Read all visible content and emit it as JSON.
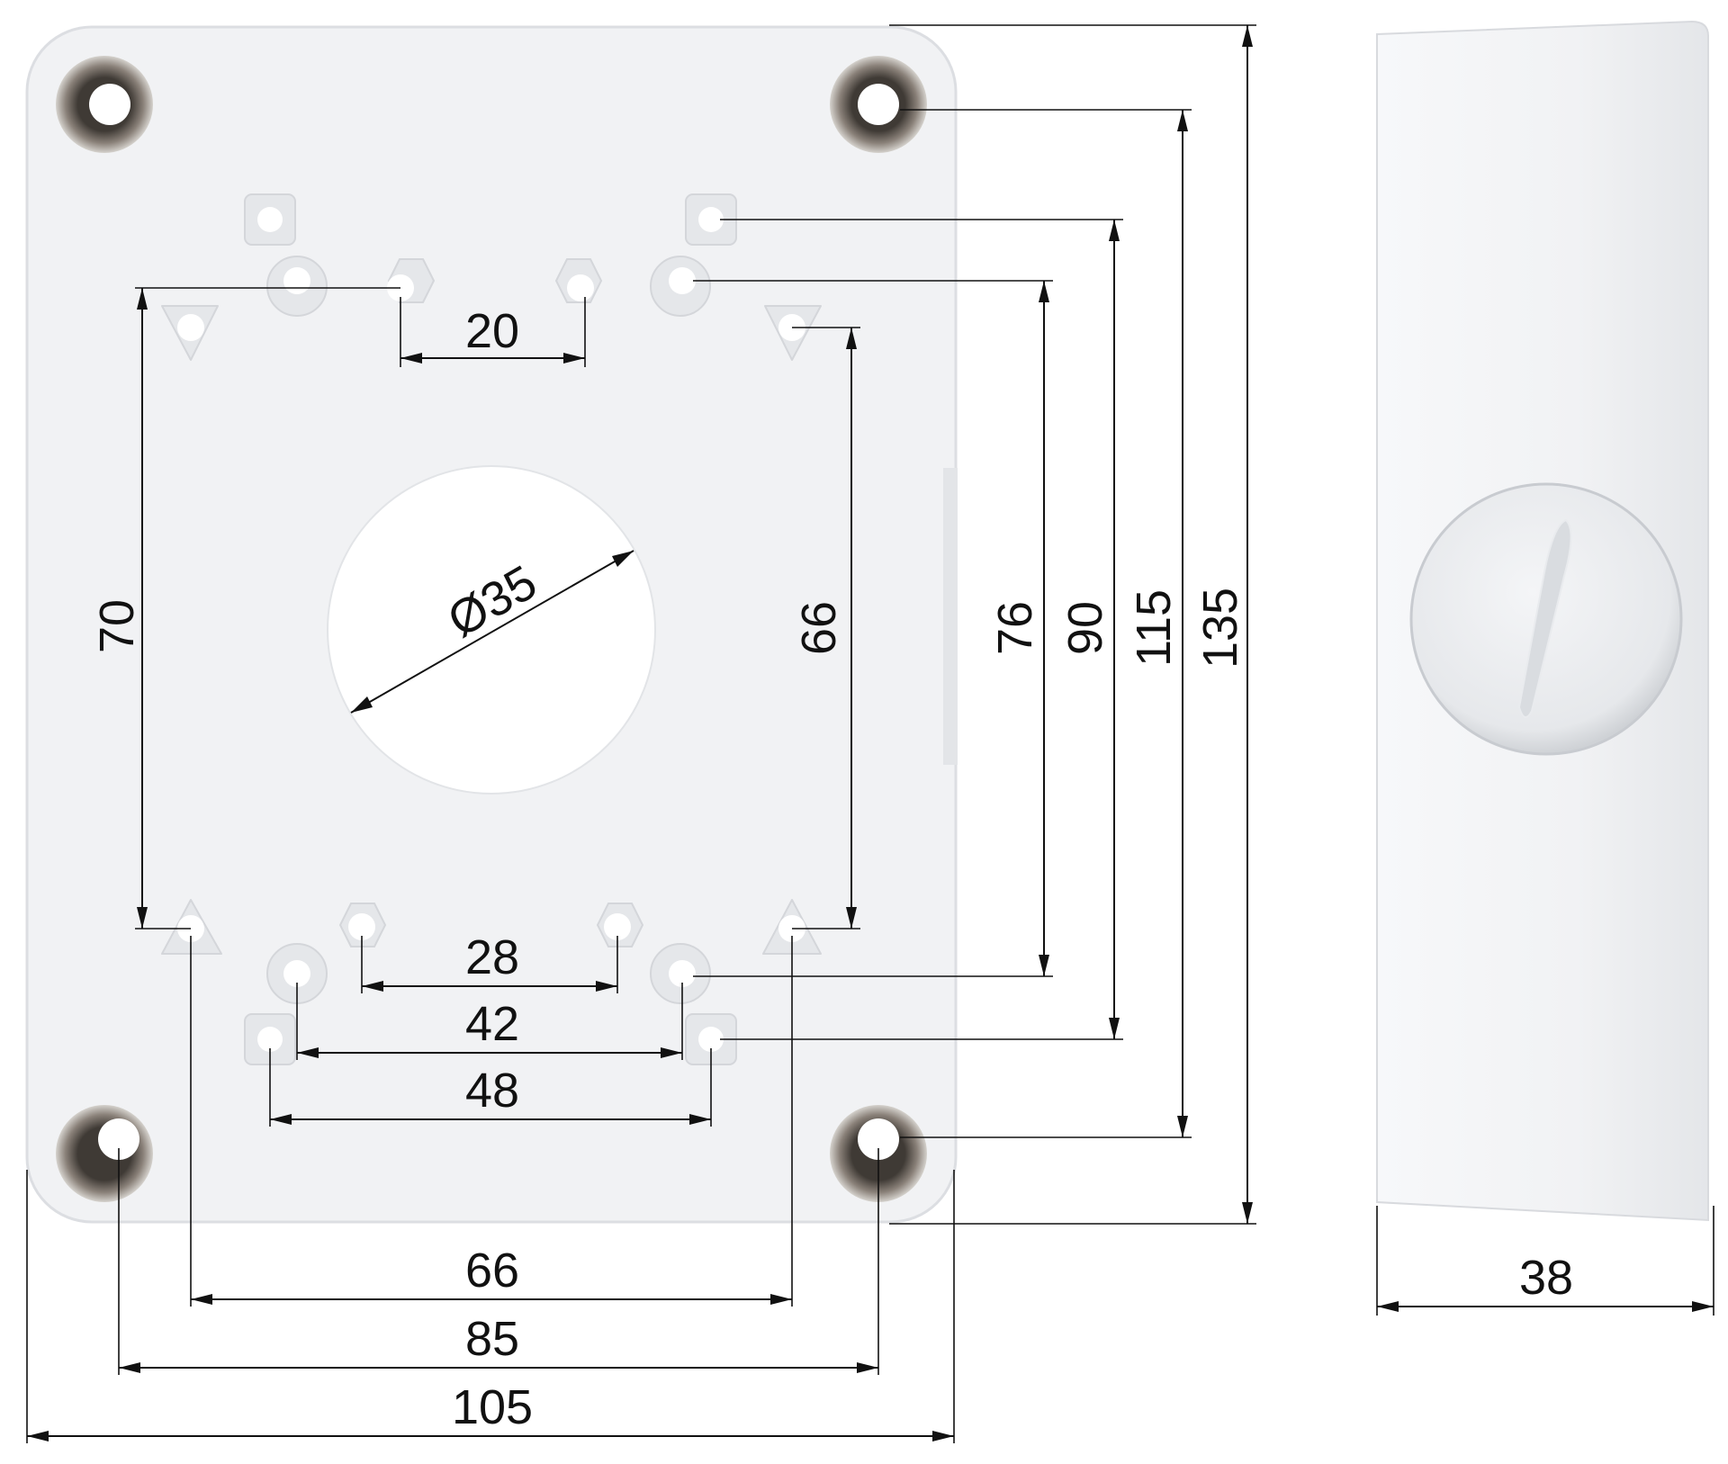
{
  "colors": {
    "plate": "#f1f2f4",
    "plate_edge": "#d8dade",
    "hole_inner": "#ffffff",
    "hole_ring": "#dcdee2",
    "corner_hole_dark": "#5c554d",
    "line": "#111111",
    "background": "#ffffff"
  },
  "dimensions": {
    "bolt_top_20": "20",
    "bolt_left_70": "70",
    "bolt_right_66": "66",
    "center_hole": "Ø35",
    "bottom_28": "28",
    "bottom_42": "42",
    "bottom_48": "48",
    "vertical_76": "76",
    "vertical_90": "90",
    "vertical_115": "115",
    "vertical_135": "135",
    "horizontal_66": "66",
    "horizontal_85": "85",
    "horizontal_105": "105",
    "side_depth_38": "38"
  },
  "icons": {
    "side_cap": "screw-cap-icon"
  }
}
